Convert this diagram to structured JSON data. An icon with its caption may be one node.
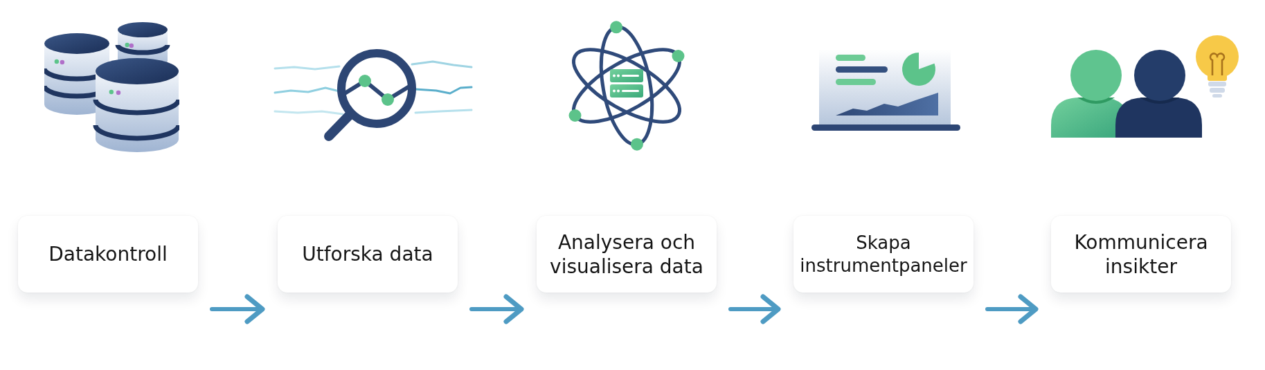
{
  "diagram": {
    "nodes": [
      {
        "text": [
          "Datakontroll"
        ]
      },
      {
        "text": [
          "Utforska data"
        ]
      },
      {
        "text": [
          "Analysera och visualisera data"
        ]
      },
      {
        "text": [
          "Skapa instrumentpaneler"
        ]
      },
      {
        "text": [
          "Kommunicera insikter"
        ]
      }
    ],
    "edges": [
      {
        "from": 0,
        "to": 1,
        "arrow": "to"
      },
      {
        "from": 1,
        "to": 2,
        "arrow": "to"
      },
      {
        "from": 2,
        "to": 3,
        "arrow": "to"
      },
      {
        "from": 3,
        "to": 4,
        "arrow": "to"
      }
    ]
  }
}
